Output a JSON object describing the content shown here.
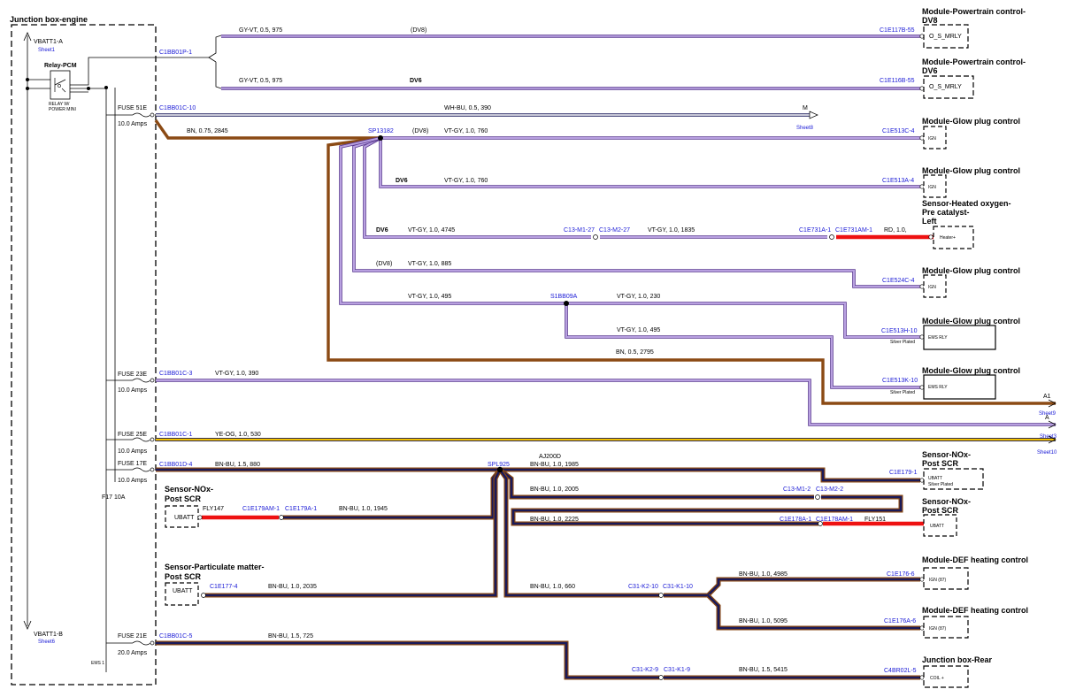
{
  "junction_box": {
    "title": "Junction box-engine",
    "vbatt_top": "VBATT1-A",
    "vbatt_top_sheet": "Sheet1",
    "vbatt_bottom": "VBATT1-B",
    "vbatt_bottom_sheet": "Sheet6",
    "relay_title": "Relay-PCM",
    "relay_sub1": "RELAY W/",
    "relay_sub2": "POWER MINI",
    "fuse_f17": "F17 10A",
    "ems": "EMS 1"
  },
  "fuses": [
    {
      "name": "FUSE 51E",
      "amps": "10.0 Amps"
    },
    {
      "name": "FUSE 23E",
      "amps": "10.0 Amps"
    },
    {
      "name": "FUSE 25E",
      "amps": "10.0 Amps"
    },
    {
      "name": "FUSE 17E",
      "amps": "10.0 Amps"
    },
    {
      "name": "FUSE 21E",
      "amps": "20.0 Amps"
    }
  ],
  "connectors": {
    "c1bb01p1": "C1BB01P-1",
    "c1bb01c10": "C1BB01C-10",
    "c1bb01c3": "C1BB01C-3",
    "c1bb01c1": "C1BB01C-1",
    "c1bb01d4": "C1BB01D-4",
    "c1bb01c5": "C1BB01C-5",
    "sp13182": "SP13182",
    "s1bb09a": "S1BB09A",
    "spl925": "SPL925",
    "aj200d": "AJ200D",
    "c13m127": "C13-M1-27",
    "c13m227": "C13-M2-27",
    "c1e731a1": "C1E731A-1",
    "c1e731am1": "C1E731AM-1",
    "c13m12": "C13-M1-2",
    "c13m22": "C13-M2-2",
    "c1e178a1": "C1E178A-1",
    "c1e178am1": "C1E178AM-1",
    "c1e179am1": "C1E179AM-1",
    "c1e179a1": "C1E179A-1",
    "c1e1774": "C1E177-4",
    "c31k210": "C31-K2-10",
    "c31k110": "C31-K1-10",
    "c31k29": "C31-K2-9",
    "c31k19": "C31-K1-9",
    "fly147": "FLY147",
    "fly151": "FLY151",
    "m": "M",
    "sheet8": "Sheet8"
  },
  "wires": {
    "w1": "GY-VT, 0.5, 975",
    "w1_tag": "(DV8)",
    "w2": "GY-VT, 0.5, 975",
    "w2_tag": "DV6",
    "w3": "WH-BU, 0.5, 390",
    "w4": "BN, 0.75, 2845",
    "w5_tag": "(DV8)",
    "w5": "VT-GY, 1.0, 760",
    "w6_tag": "DV6",
    "w6": "VT-GY, 1.0, 760",
    "w7_tag": "DV6",
    "w7": "VT-GY, 1.0, 4745",
    "w7b": "VT-GY, 1.0, 1835",
    "w7c": "RD, 1.0,",
    "w8_tag": "(DV8)",
    "w8": "VT-GY, 1.0, 885",
    "w9": "VT-GY, 1.0, 495",
    "w10": "VT-GY, 1.0, 230",
    "w11": "VT-GY, 1.0, 495",
    "w12": "BN, 0.5, 2795",
    "w13": "VT-GY, 1.0, 390",
    "w14": "YE-OG, 1.0, 530",
    "w15": "BN-BU, 1.5, 880",
    "w16": "BN-BU, 1.0, 1985",
    "w17": "BN-BU, 1.0, 2005",
    "w18": "BN-BU, 1.0, 1945",
    "w19": "BN-BU, 1.0, 2225",
    "w20": "BN-BU, 1.0, 2035",
    "w21": "BN-BU, 1.0, 660",
    "w22": "BN-BU, 1.0, 4985",
    "w23": "BN-BU, 1.0, 5095",
    "w24": "BN-BU, 1.5, 725",
    "w25": "BN-BU, 1.5, 5415"
  },
  "modules": [
    {
      "title1": "Module-Powertrain control-",
      "title2": "DV8",
      "conn": "C1E117B-55",
      "pin": "O_S_MRLY",
      "note": ""
    },
    {
      "title1": "Module-Powertrain control-",
      "title2": "DV6",
      "conn": "C1E116B-55",
      "pin": "O_S_MRLY",
      "note": ""
    },
    {
      "title1": "Module-Glow plug control",
      "title2": "",
      "conn": "C1E513C-4",
      "pin": "IGN",
      "note": ""
    },
    {
      "title1": "Module-Glow plug control",
      "title2": "",
      "conn": "C1E513A-4",
      "pin": "IGN",
      "note": ""
    },
    {
      "title1": "Sensor-Heated oxygen-",
      "title2": "Pre catalyst-",
      "title3": "Left",
      "conn": "",
      "pin": "Heater+",
      "note": ""
    },
    {
      "title1": "Module-Glow plug control",
      "title2": "",
      "conn": "C1E524C-4",
      "pin": "IGN",
      "note": ""
    },
    {
      "title1": "Module-Glow plug control",
      "title2": "",
      "conn": "C1E513H-10",
      "pin": "EMS RLY",
      "note": "Silver Plated"
    },
    {
      "title1": "Module-Glow plug control",
      "title2": "",
      "conn": "C1E513K-10",
      "pin": "EMS RLY",
      "note": "Silver Plated"
    },
    {
      "title1": "Sensor-NOx-",
      "title2": "Post SCR",
      "conn": "C1E179-1",
      "pin": "UBATT",
      "note": "Silver Plated"
    },
    {
      "title1": "Sensor-NOx-",
      "title2": "Post SCR",
      "conn": "",
      "pin": "UBATT",
      "note": ""
    },
    {
      "title1": "Module-DEF heating control",
      "title2": "",
      "conn": "C1E176-6",
      "pin": "IGN (87)",
      "note": ""
    },
    {
      "title1": "Module-DEF heating control",
      "title2": "",
      "conn": "C1E176A-6",
      "pin": "IGN (87)",
      "note": ""
    },
    {
      "title1": "Junction box-Rear",
      "title2": "",
      "conn": "C4BR02L-5",
      "pin": "COIL +",
      "note": ""
    }
  ],
  "left_sensors": [
    {
      "title1": "Sensor-NOx-",
      "title2": "Post SCR",
      "pin": "UBATT"
    },
    {
      "title1": "Sensor-Particulate matter-",
      "title2": "Post SCR",
      "pin": "UBATT"
    }
  ],
  "offsheet": {
    "a1": "A1",
    "sheet9": "Sheet9",
    "a": "A",
    "sheet3": "Sheet3",
    "sheet10": "Sheet10"
  },
  "colors": {
    "violet": "#b07ee0",
    "violet_edge": "#5a3a90",
    "brown": "#8b4a14",
    "navy": "#1a1a5a",
    "yellow": "#f0c000",
    "red": "#ee1111"
  }
}
